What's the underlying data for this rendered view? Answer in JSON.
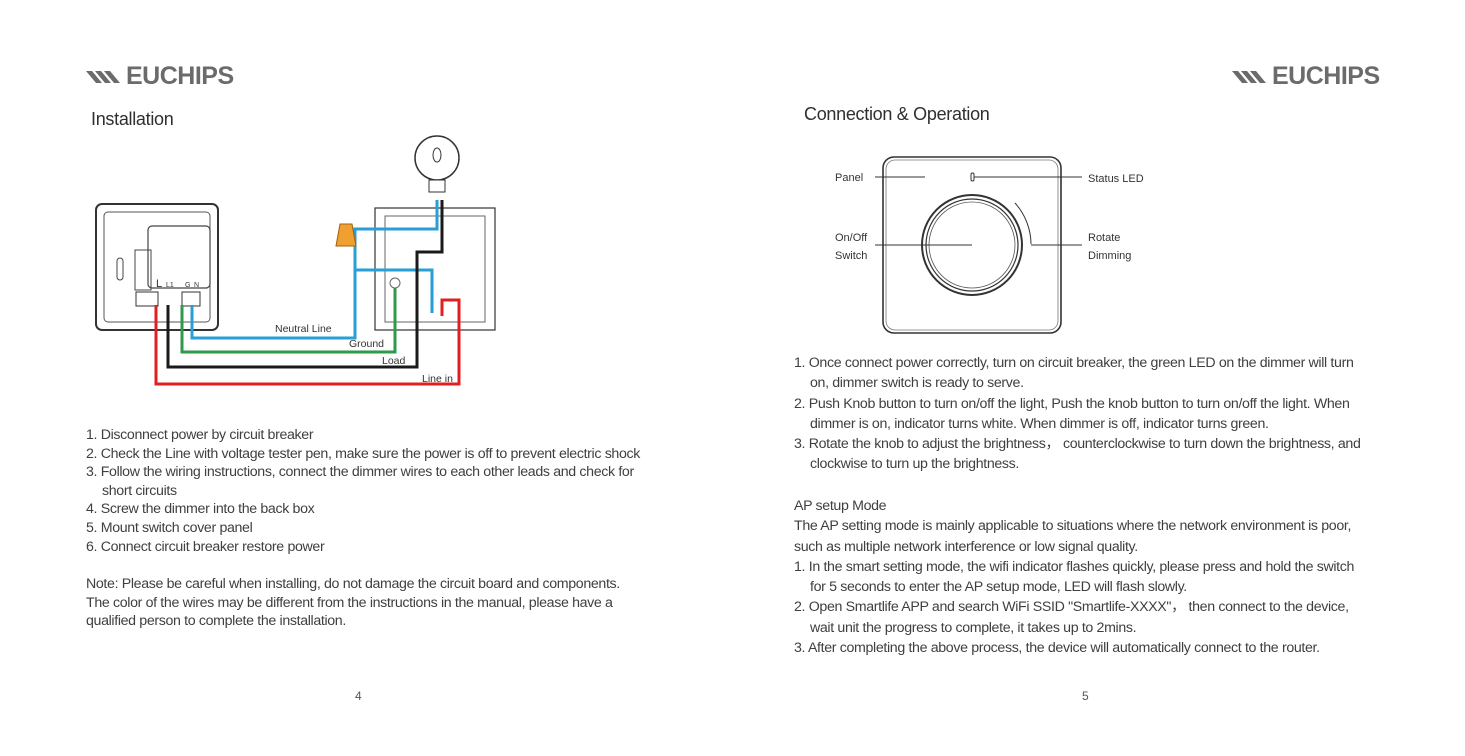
{
  "brand": "EUCHIPS",
  "left_page": {
    "title": "Installation",
    "diagram_labels": {
      "neutral": "Neutral Line",
      "ground": "Ground",
      "load": "Load",
      "line_in": "Line in",
      "terminals": [
        "L",
        "L1",
        "G",
        "N"
      ]
    },
    "steps": [
      "1. Disconnect power by circuit breaker",
      "2. Check the Line with voltage tester pen, make sure the power is off to prevent electric shock",
      "3. Follow the wiring instructions, connect the dimmer wires to each other leads and check for",
      "short circuits",
      "4. Screw the dimmer into the back box",
      "5. Mount switch cover panel",
      "6. Connect circuit breaker restore power"
    ],
    "note": [
      "Note: Please be careful when installing, do not damage the circuit board and components.",
      "The color of the wires may be different from the instructions in the manual, please have a",
      "qualified person to complete the installation."
    ],
    "page_number": "4"
  },
  "right_page": {
    "title": "Connection & Operation",
    "diagram_labels": {
      "panel": "Panel",
      "status_led": "Status LED",
      "onoff_1": "On/Off",
      "onoff_2": "Switch",
      "rotate_1": "Rotate",
      "rotate_2": "Dimming"
    },
    "steps": [
      "1. Once connect power correctly, turn on circuit breaker, the green LED on the dimmer will turn",
      "on, dimmer switch is ready to serve.",
      "2. Push Knob button to turn on/off the light, Push the knob button to turn on/off the light. When",
      "dimmer is on, indicator turns white. When dimmer is off, indicator turns green.",
      "3. Rotate the knob to adjust the brightness， counterclockwise to turn down the brightness, and",
      "clockwise to turn up the brightness."
    ],
    "ap_title": "AP setup Mode",
    "ap_lines": [
      "The AP setting mode is mainly applicable to situations where the network environment is poor,",
      "such as multiple network interference or low signal quality.",
      "1. In the smart setting mode, the wifi indicator flashes quickly, please press and hold the switch",
      "for 5 seconds to enter the AP setup mode, LED will flash slowly.",
      "2. Open Smartlife APP and search WiFi SSID \"Smartlife-XXXX\"， then connect to the device,",
      "wait unit the progress to complete, it takes up to 2mins.",
      "3. After completing the above process, the device will automatically connect to the router."
    ],
    "page_number": "5"
  },
  "colors": {
    "neutral": "#2a9fd6",
    "ground": "#2e9a4a",
    "load": "#1a1a1a",
    "line_in": "#e02020",
    "connector": "#f0a030"
  }
}
